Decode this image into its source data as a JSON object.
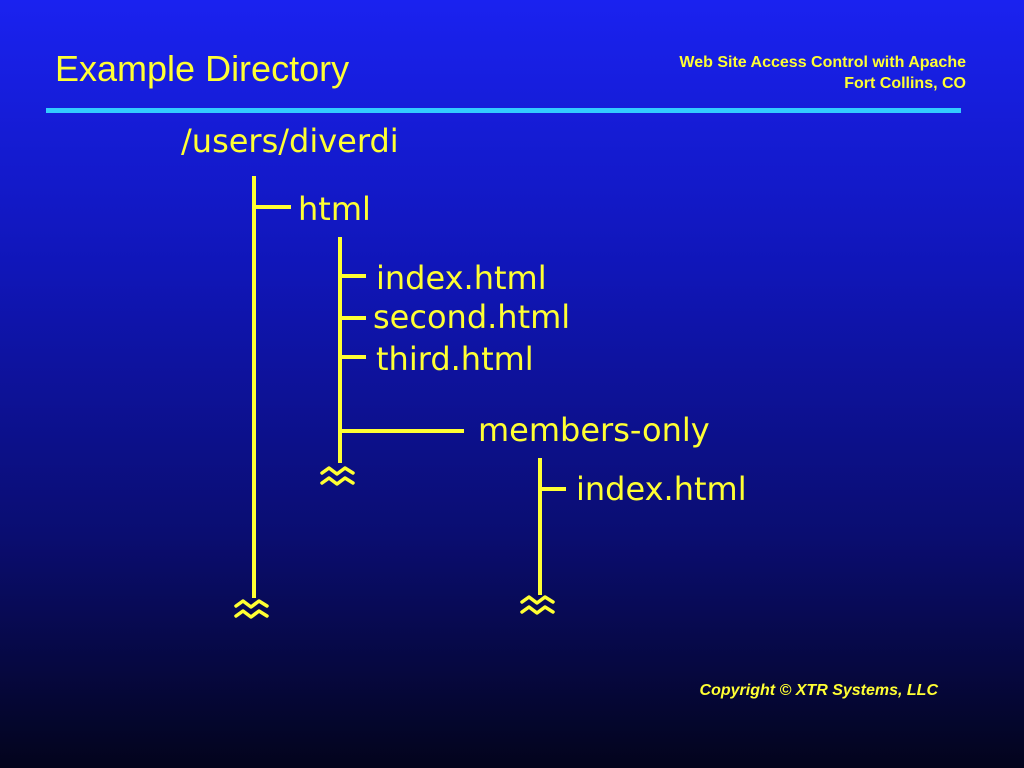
{
  "slide": {
    "title": "Example Directory",
    "subtitle": [
      "Web Site Access Control with Apache",
      "Fort Collins, CO"
    ],
    "footer": "Copyright © XTR Systems, LLC"
  },
  "tree": {
    "root": "/users/diverdi",
    "html_dir": "html",
    "files": [
      "index.html",
      "second.html",
      "third.html"
    ],
    "members_dir": "members-only",
    "members_files": [
      "index.html"
    ]
  },
  "colors": {
    "background_top": "#1a22f0",
    "background_bottom": "#03041c",
    "text": "#ffff33",
    "rule": "#33ccff"
  }
}
